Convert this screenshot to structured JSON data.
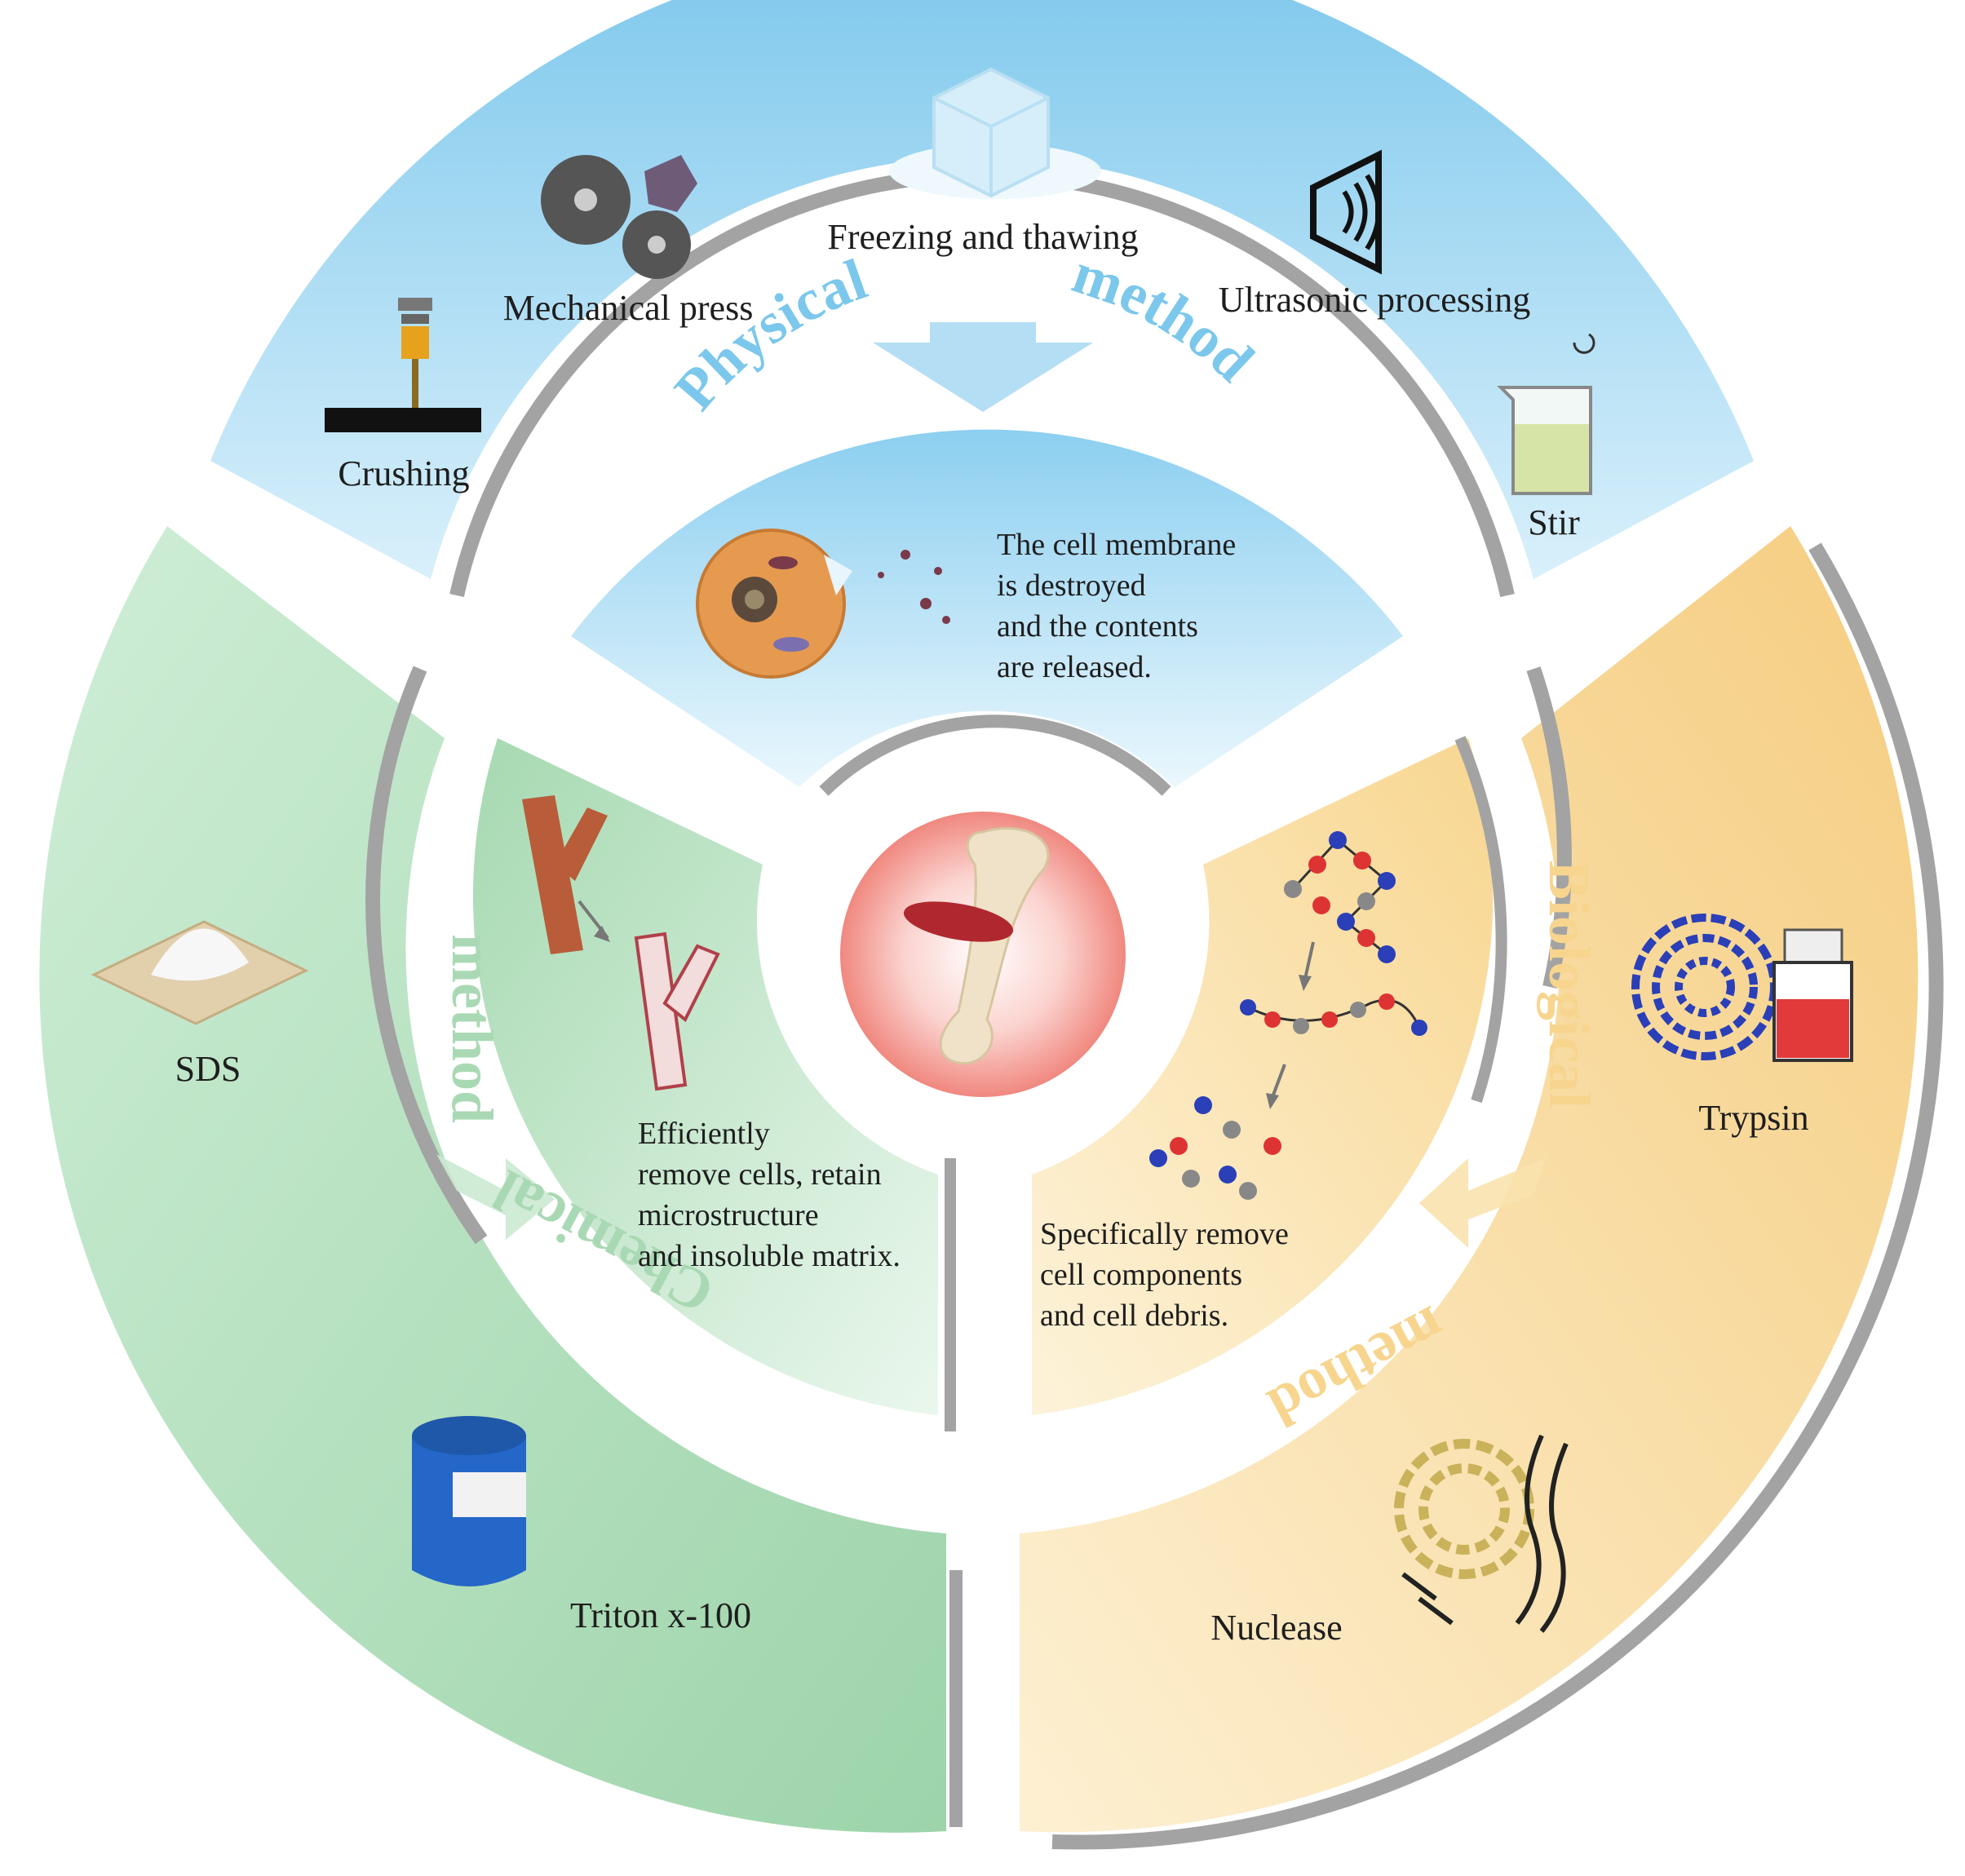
{
  "physical": {
    "word1": "Physical",
    "word2": "method",
    "color": "#7cc7ec",
    "items": {
      "crushing": "Crushing",
      "mechanical_press": "Mechanical press",
      "freezing_thawing": "Freezing and thawing",
      "ultrasonic": "Ultrasonic processing",
      "stir": "Stir"
    },
    "desc": [
      "The cell membrane",
      "is destroyed",
      "and the contents",
      "are released."
    ]
  },
  "chemical": {
    "word1": "Chemical",
    "word2": "method",
    "color": "#a9d9b4",
    "items": {
      "sds": "SDS",
      "triton": "Triton x-100"
    },
    "desc": [
      "Efficiently",
      "remove cells, retain",
      "microstructure",
      "and insoluble matrix."
    ]
  },
  "biological": {
    "word1": "Biological",
    "word2": "method",
    "color": "#f7d58e",
    "items": {
      "trypsin": "Trypsin",
      "nuclease": "Nuclease"
    },
    "desc": [
      "Specifically remove",
      "cell components",
      "and cell debris."
    ]
  },
  "colors": {
    "physical_text": "#7cc7ec",
    "chemical_text": "#a9d9b4",
    "biological_text": "#f7d58e",
    "gray_band": "#a3a3a3",
    "center_glow": "#f0887f"
  }
}
